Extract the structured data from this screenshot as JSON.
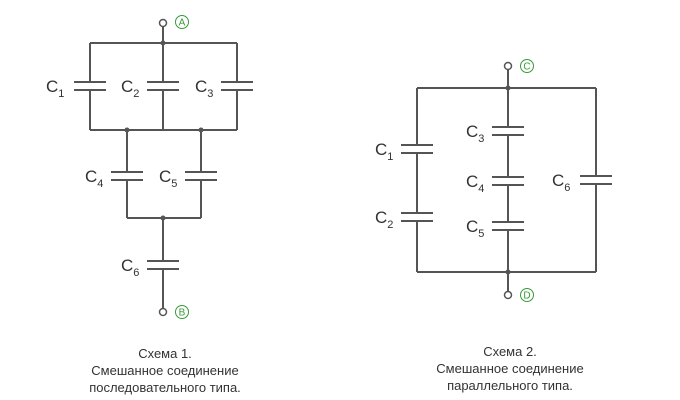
{
  "scheme1": {
    "terminals": {
      "top": "A",
      "bottom": "B"
    },
    "capacitors": [
      {
        "letter": "C",
        "sub": "1"
      },
      {
        "letter": "C",
        "sub": "2"
      },
      {
        "letter": "C",
        "sub": "3"
      },
      {
        "letter": "C",
        "sub": "4"
      },
      {
        "letter": "C",
        "sub": "5"
      },
      {
        "letter": "C",
        "sub": "6"
      }
    ],
    "caption": {
      "line1": "Схема 1.",
      "line2": "Смешанное соединение",
      "line3": "последовательного типа."
    }
  },
  "scheme2": {
    "terminals": {
      "top": "C",
      "bottom": "D"
    },
    "capacitors": [
      {
        "letter": "C",
        "sub": "1"
      },
      {
        "letter": "C",
        "sub": "2"
      },
      {
        "letter": "C",
        "sub": "3"
      },
      {
        "letter": "C",
        "sub": "4"
      },
      {
        "letter": "C",
        "sub": "5"
      },
      {
        "letter": "C",
        "sub": "6"
      }
    ],
    "caption": {
      "line1": "Схема 2.",
      "line2": "Смешанное соединение",
      "line3": "параллельного типа."
    }
  },
  "colors": {
    "wire": "#555555",
    "terminal_label": "#3a9a3a",
    "text": "#333333"
  }
}
